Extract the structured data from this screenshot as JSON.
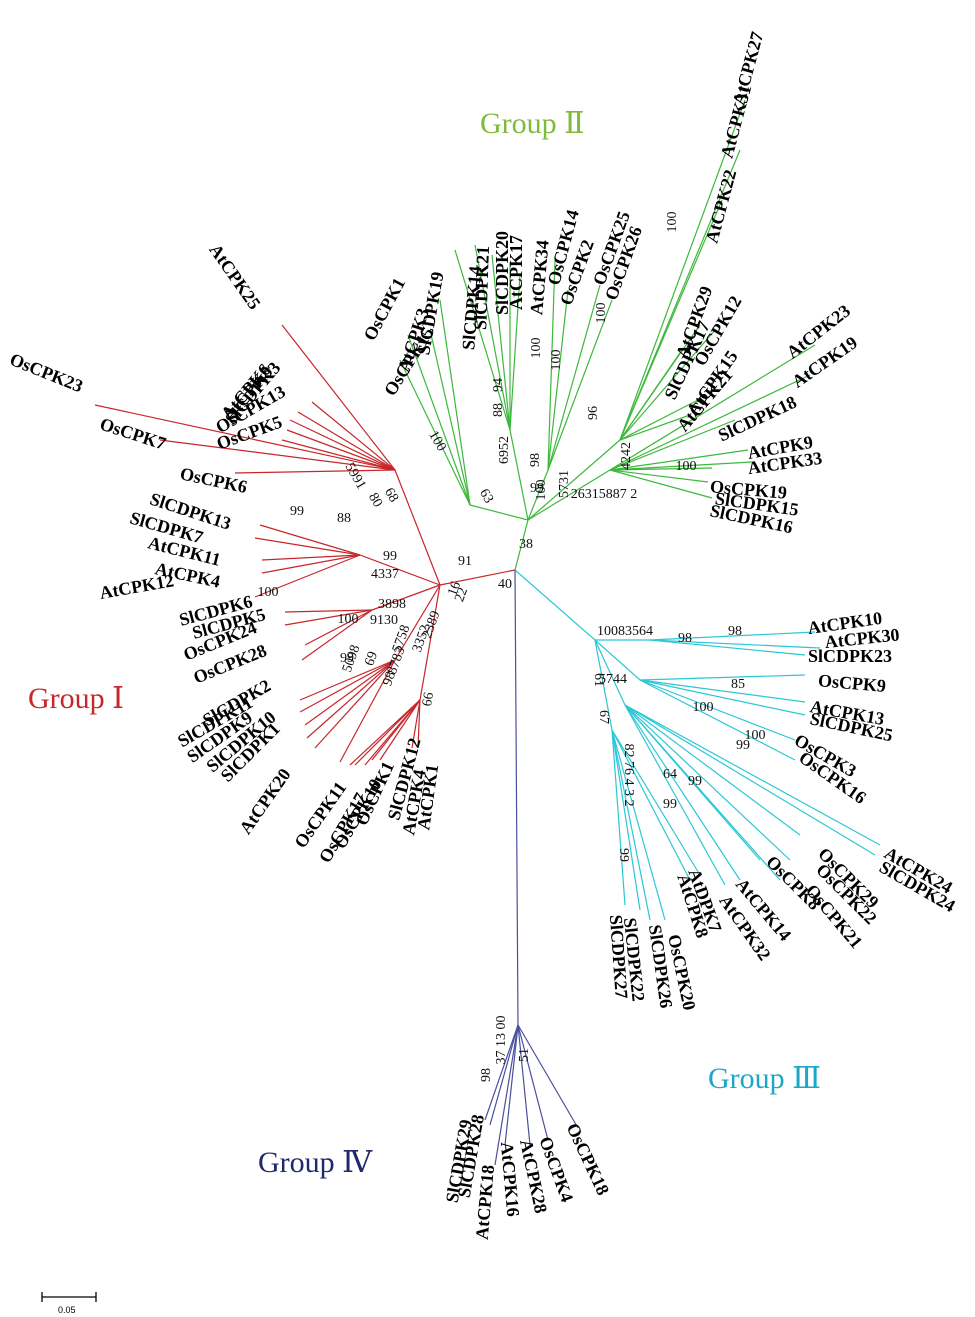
{
  "colors": {
    "group1": "#c8262a",
    "group2": "#3cb83c",
    "group3": "#2bc7d6",
    "group4": "#4a4f9c",
    "group1_label": "#c8262a",
    "group2_label": "#7fba3c",
    "group3_label": "#1aa8c8",
    "group4_label": "#1f2a6b"
  },
  "groups": {
    "g1": "Group Ⅰ",
    "g2": "Group Ⅱ",
    "g3": "Group Ⅲ",
    "g4": "Group Ⅳ"
  },
  "scale_bar": {
    "label": "0.05"
  },
  "leaves": {
    "g1": [
      "OsCPK23",
      "OsCPK7",
      "AtCPK25",
      "AtCPK6",
      "AtCPK5",
      "SlCDPK3",
      "OsCPK13",
      "OsCPK5",
      "OsCPK6",
      "SlCDPK13",
      "SlCDPK7",
      "AtCPK11",
      "AtCPK4",
      "AtCPK12",
      "SlCDPK6",
      "SlCDPK5",
      "OsCPK24",
      "OsCPK28",
      "SlCDPK2",
      "SlCDPK11",
      "SlCDPK9",
      "SlCDPK10",
      "SlCDPK1",
      "AtCPK20",
      "OsCPK11",
      "OsCPK17",
      "OsCPK10",
      "OsCPK1",
      "SlCDPK12",
      "AtCPK4",
      "AtCPK1"
    ],
    "g2": [
      "OsCPK15",
      "OsCPK1",
      "AtCPK3",
      "SlCDPK19",
      "SlCDPK14",
      "SlCDPK21",
      "SlCDPK20",
      "AtCPK17",
      "AtCPK34",
      "OsCPK14",
      "OsCPK2",
      "OsCPK25",
      "OsCPK26",
      "AtCPK27",
      "AtCPK31",
      "AtCPK22",
      "AtCPK29",
      "SlCDPK17",
      "OsCPK12",
      "AtCPK15",
      "AtCPK21",
      "AtCPK23",
      "AtCPK19",
      "SlCDPK18",
      "AtCPK9",
      "AtCPK33",
      "OsCPK19",
      "SlCDPK15",
      "SlCDPK16"
    ],
    "g3": [
      "AtCPK10",
      "AtCPK30",
      "SlCDPK23",
      "OsCPK9",
      "AtCPK13",
      "SlCDPK25",
      "OsCPK3",
      "OsCPK16",
      "AtCPK24",
      "SlCDPK24",
      "OsCPK29",
      "OsCPK22",
      "OsCPK21",
      "OsCPK8",
      "AtCPK14",
      "AtCPK32",
      "AtDPK7",
      "AtCPK8",
      "OsCPK20",
      "SlCDPK26",
      "SlCDPK22",
      "SlCDPK27"
    ],
    "g4": [
      "OsCPK18",
      "OsCPK4",
      "AtCPK28",
      "AtCPK16",
      "SlCDPK28",
      "SlCDPK29",
      "AtCPK18"
    ]
  },
  "bootstrap": {
    "g1": [
      "5991",
      "80",
      "68",
      "99",
      "88",
      "99",
      "4337",
      "91",
      "16",
      "22",
      "100",
      "3898",
      "100",
      "9130",
      "2389",
      "99",
      "5758",
      "3352",
      "5098",
      "8783",
      "69",
      "98",
      "66"
    ],
    "g2": [
      "100",
      "63",
      "94",
      "88",
      "6952",
      "100",
      "100",
      "98",
      "100",
      "99",
      "5731",
      "4242",
      "96",
      "100",
      "100",
      "100",
      "26315887 2"
    ],
    "g3": [
      "10083564",
      "98",
      "98",
      "61",
      "5744",
      "85",
      "100",
      "100",
      "99",
      "67",
      "82 76 4 3 2",
      "64",
      "99",
      "99",
      "99"
    ],
    "g4": [
      "40",
      "38",
      "37 13 00",
      "51",
      "98"
    ]
  }
}
